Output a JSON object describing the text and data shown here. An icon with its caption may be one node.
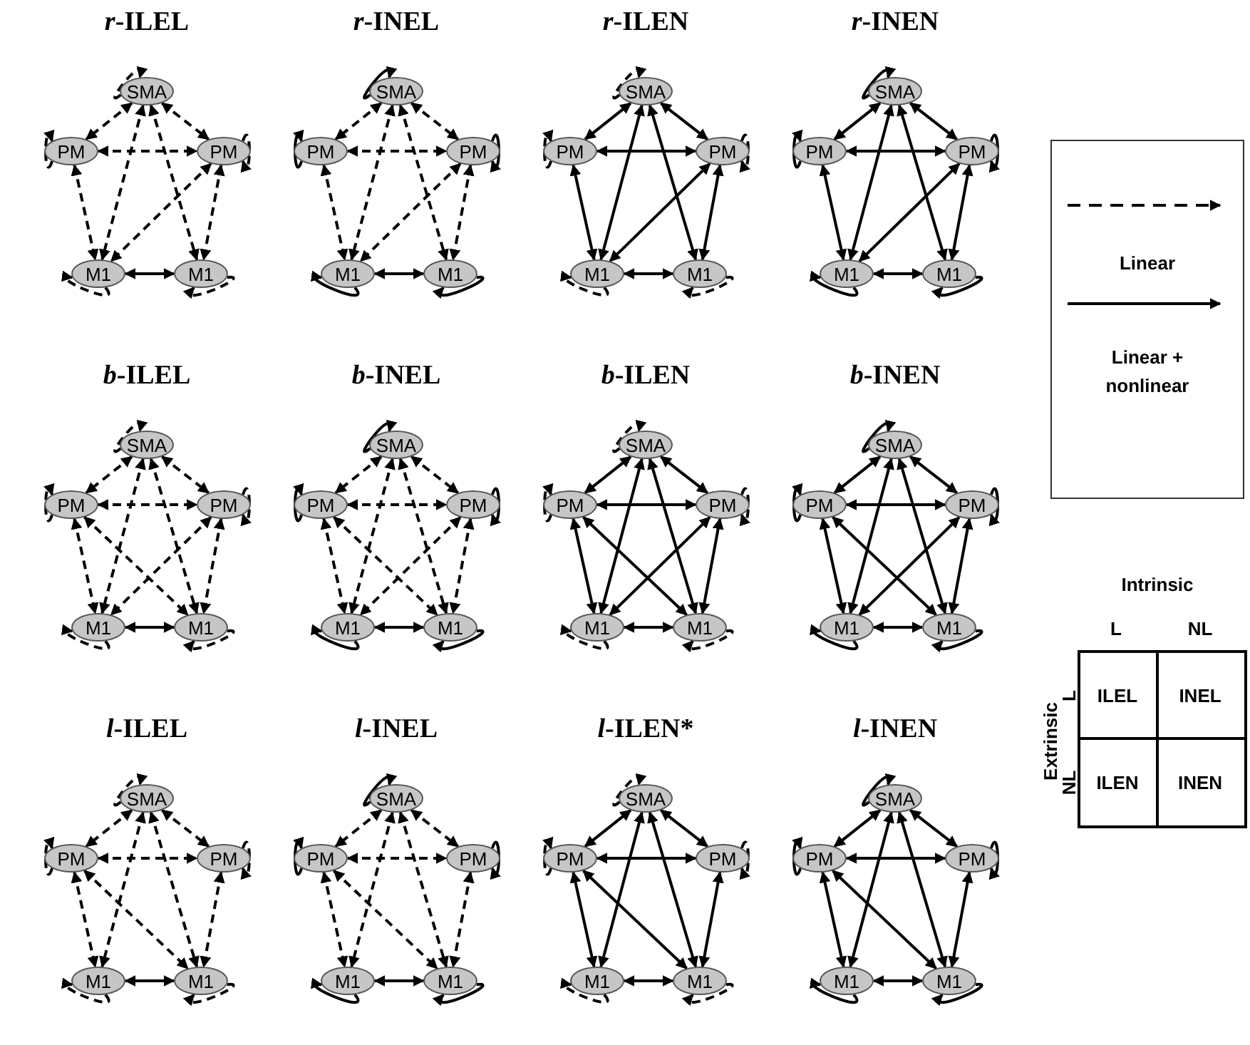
{
  "diagram": {
    "nodes": [
      {
        "text": [
          "SMA"
        ]
      },
      {
        "text": [
          "PM"
        ]
      },
      {
        "text": [
          "PM"
        ]
      },
      {
        "text": [
          "M1"
        ]
      },
      {
        "text": [
          "M1"
        ]
      },
      {
        "text": [
          "SMA"
        ]
      },
      {
        "text": [
          "PM"
        ]
      },
      {
        "text": [
          "PM"
        ]
      },
      {
        "text": [
          "M1"
        ]
      },
      {
        "text": [
          "M1"
        ]
      },
      {
        "text": [
          "SMA"
        ]
      },
      {
        "text": [
          "PM"
        ]
      },
      {
        "text": [
          "PM"
        ]
      },
      {
        "text": [
          "M1"
        ]
      },
      {
        "text": [
          "M1"
        ]
      },
      {
        "text": [
          "SMA"
        ]
      },
      {
        "text": [
          "PM"
        ]
      },
      {
        "text": [
          "PM"
        ]
      },
      {
        "text": [
          "M1"
        ]
      },
      {
        "text": [
          "M1"
        ]
      },
      {
        "text": [
          "SMA"
        ]
      },
      {
        "text": [
          "PM"
        ]
      },
      {
        "text": [
          "PM"
        ]
      },
      {
        "text": [
          "M1"
        ]
      },
      {
        "text": [
          "M1"
        ]
      },
      {
        "text": [
          "SMA"
        ]
      },
      {
        "text": [
          "PM"
        ]
      },
      {
        "text": [
          "PM"
        ]
      },
      {
        "text": [
          "M1"
        ]
      },
      {
        "text": [
          "M1"
        ]
      },
      {
        "text": [
          "SMA"
        ]
      },
      {
        "text": [
          "PM"
        ]
      },
      {
        "text": [
          "PM"
        ]
      },
      {
        "text": [
          "M1"
        ]
      },
      {
        "text": [
          "M1"
        ]
      },
      {
        "text": [
          "SMA"
        ]
      },
      {
        "text": [
          "PM"
        ]
      },
      {
        "text": [
          "PM"
        ]
      },
      {
        "text": [
          "M1"
        ]
      },
      {
        "text": [
          "M1"
        ]
      },
      {
        "text": [
          "SMA"
        ]
      },
      {
        "text": [
          "PM"
        ]
      },
      {
        "text": [
          "PM"
        ]
      },
      {
        "text": [
          "M1"
        ]
      },
      {
        "text": [
          "M1"
        ]
      },
      {
        "text": [
          "SMA"
        ]
      },
      {
        "text": [
          "PM"
        ]
      },
      {
        "text": [
          "PM"
        ]
      },
      {
        "text": [
          "M1"
        ]
      },
      {
        "text": [
          "M1"
        ]
      },
      {
        "text": [
          "SMA"
        ]
      },
      {
        "text": [
          "PM"
        ]
      },
      {
        "text": [
          "PM"
        ]
      },
      {
        "text": [
          "M1"
        ]
      },
      {
        "text": [
          "M1"
        ]
      },
      {
        "text": [
          "SMA"
        ]
      },
      {
        "text": [
          "PM"
        ]
      },
      {
        "text": [
          "PM"
        ]
      },
      {
        "text": [
          "M1"
        ]
      },
      {
        "text": [
          "M1"
        ]
      }
    ],
    "edges": [
      {
        "from": 0,
        "to": 0,
        "arrow": "to",
        "style": "dashed"
      },
      {
        "from": 1,
        "to": 1,
        "arrow": "to",
        "style": "dashed"
      },
      {
        "from": 2,
        "to": 2,
        "arrow": "to",
        "style": "dashed"
      },
      {
        "from": 3,
        "to": 3,
        "arrow": "to",
        "style": "dashed"
      },
      {
        "from": 4,
        "to": 4,
        "arrow": "to",
        "style": "dashed"
      },
      {
        "from": 0,
        "to": 1,
        "arrow": "both",
        "style": "dashed"
      },
      {
        "from": 0,
        "to": 2,
        "arrow": "both",
        "style": "dashed"
      },
      {
        "from": 1,
        "to": 2,
        "arrow": "both",
        "style": "dashed"
      },
      {
        "from": 0,
        "to": 3,
        "arrow": "both",
        "style": "dashed"
      },
      {
        "from": 0,
        "to": 4,
        "arrow": "both",
        "style": "dashed"
      },
      {
        "from": 1,
        "to": 3,
        "arrow": "both",
        "style": "dashed"
      },
      {
        "from": 2,
        "to": 4,
        "arrow": "both",
        "style": "dashed"
      },
      {
        "from": 2,
        "to": 3,
        "arrow": "both",
        "style": "dashed"
      },
      {
        "from": 3,
        "to": 4,
        "arrow": "both"
      },
      {
        "from": 5,
        "to": 5,
        "arrow": "to"
      },
      {
        "from": 6,
        "to": 6,
        "arrow": "to"
      },
      {
        "from": 7,
        "to": 7,
        "arrow": "to"
      },
      {
        "from": 8,
        "to": 8,
        "arrow": "to"
      },
      {
        "from": 9,
        "to": 9,
        "arrow": "to"
      },
      {
        "from": 5,
        "to": 6,
        "arrow": "both",
        "style": "dashed"
      },
      {
        "from": 5,
        "to": 7,
        "arrow": "both",
        "style": "dashed"
      },
      {
        "from": 6,
        "to": 7,
        "arrow": "both",
        "style": "dashed"
      },
      {
        "from": 5,
        "to": 8,
        "arrow": "both",
        "style": "dashed"
      },
      {
        "from": 5,
        "to": 9,
        "arrow": "both",
        "style": "dashed"
      },
      {
        "from": 6,
        "to": 8,
        "arrow": "both",
        "style": "dashed"
      },
      {
        "from": 7,
        "to": 9,
        "arrow": "both",
        "style": "dashed"
      },
      {
        "from": 7,
        "to": 8,
        "arrow": "both",
        "style": "dashed"
      },
      {
        "from": 8,
        "to": 9,
        "arrow": "both"
      },
      {
        "from": 10,
        "to": 10,
        "arrow": "to",
        "style": "dashed"
      },
      {
        "from": 11,
        "to": 11,
        "arrow": "to",
        "style": "dashed"
      },
      {
        "from": 12,
        "to": 12,
        "arrow": "to",
        "style": "dashed"
      },
      {
        "from": 13,
        "to": 13,
        "arrow": "to",
        "style": "dashed"
      },
      {
        "from": 14,
        "to": 14,
        "arrow": "to",
        "style": "dashed"
      },
      {
        "from": 10,
        "to": 11,
        "arrow": "both"
      },
      {
        "from": 10,
        "to": 12,
        "arrow": "both"
      },
      {
        "from": 11,
        "to": 12,
        "arrow": "both"
      },
      {
        "from": 10,
        "to": 13,
        "arrow": "both"
      },
      {
        "from": 10,
        "to": 14,
        "arrow": "both"
      },
      {
        "from": 11,
        "to": 13,
        "arrow": "both"
      },
      {
        "from": 12,
        "to": 14,
        "arrow": "both"
      },
      {
        "from": 12,
        "to": 13,
        "arrow": "both"
      },
      {
        "from": 13,
        "to": 14,
        "arrow": "both"
      },
      {
        "from": 15,
        "to": 15,
        "arrow": "to"
      },
      {
        "from": 16,
        "to": 16,
        "arrow": "to"
      },
      {
        "from": 17,
        "to": 17,
        "arrow": "to"
      },
      {
        "from": 18,
        "to": 18,
        "arrow": "to"
      },
      {
        "from": 19,
        "to": 19,
        "arrow": "to"
      },
      {
        "from": 15,
        "to": 16,
        "arrow": "both"
      },
      {
        "from": 15,
        "to": 17,
        "arrow": "both"
      },
      {
        "from": 16,
        "to": 17,
        "arrow": "both"
      },
      {
        "from": 15,
        "to": 18,
        "arrow": "both"
      },
      {
        "from": 15,
        "to": 19,
        "arrow": "both"
      },
      {
        "from": 16,
        "to": 18,
        "arrow": "both"
      },
      {
        "from": 17,
        "to": 19,
        "arrow": "both"
      },
      {
        "from": 17,
        "to": 18,
        "arrow": "both"
      },
      {
        "from": 18,
        "to": 19,
        "arrow": "both"
      },
      {
        "from": 20,
        "to": 20,
        "arrow": "to",
        "style": "dashed"
      },
      {
        "from": 21,
        "to": 21,
        "arrow": "to",
        "style": "dashed"
      },
      {
        "from": 22,
        "to": 22,
        "arrow": "to",
        "style": "dashed"
      },
      {
        "from": 23,
        "to": 23,
        "arrow": "to",
        "style": "dashed"
      },
      {
        "from": 24,
        "to": 24,
        "arrow": "to",
        "style": "dashed"
      },
      {
        "from": 20,
        "to": 21,
        "arrow": "both",
        "style": "dashed"
      },
      {
        "from": 20,
        "to": 22,
        "arrow": "both",
        "style": "dashed"
      },
      {
        "from": 21,
        "to": 22,
        "arrow": "both",
        "style": "dashed"
      },
      {
        "from": 20,
        "to": 23,
        "arrow": "both",
        "style": "dashed"
      },
      {
        "from": 20,
        "to": 24,
        "arrow": "both",
        "style": "dashed"
      },
      {
        "from": 21,
        "to": 23,
        "arrow": "both",
        "style": "dashed"
      },
      {
        "from": 22,
        "to": 24,
        "arrow": "both",
        "style": "dashed"
      },
      {
        "from": 22,
        "to": 23,
        "arrow": "both",
        "style": "dashed"
      },
      {
        "from": 21,
        "to": 24,
        "arrow": "both",
        "style": "dashed"
      },
      {
        "from": 23,
        "to": 24,
        "arrow": "both"
      },
      {
        "from": 25,
        "to": 25,
        "arrow": "to"
      },
      {
        "from": 26,
        "to": 26,
        "arrow": "to"
      },
      {
        "from": 27,
        "to": 27,
        "arrow": "to"
      },
      {
        "from": 28,
        "to": 28,
        "arrow": "to"
      },
      {
        "from": 29,
        "to": 29,
        "arrow": "to"
      },
      {
        "from": 25,
        "to": 26,
        "arrow": "both",
        "style": "dashed"
      },
      {
        "from": 25,
        "to": 27,
        "arrow": "both",
        "style": "dashed"
      },
      {
        "from": 26,
        "to": 27,
        "arrow": "both",
        "style": "dashed"
      },
      {
        "from": 25,
        "to": 28,
        "arrow": "both",
        "style": "dashed"
      },
      {
        "from": 25,
        "to": 29,
        "arrow": "both",
        "style": "dashed"
      },
      {
        "from": 26,
        "to": 28,
        "arrow": "both",
        "style": "dashed"
      },
      {
        "from": 27,
        "to": 29,
        "arrow": "both",
        "style": "dashed"
      },
      {
        "from": 27,
        "to": 28,
        "arrow": "both",
        "style": "dashed"
      },
      {
        "from": 26,
        "to": 29,
        "arrow": "both",
        "style": "dashed"
      },
      {
        "from": 28,
        "to": 29,
        "arrow": "both"
      },
      {
        "from": 30,
        "to": 30,
        "arrow": "to",
        "style": "dashed"
      },
      {
        "from": 31,
        "to": 31,
        "arrow": "to",
        "style": "dashed"
      },
      {
        "from": 32,
        "to": 32,
        "arrow": "to",
        "style": "dashed"
      },
      {
        "from": 33,
        "to": 33,
        "arrow": "to",
        "style": "dashed"
      },
      {
        "from": 34,
        "to": 34,
        "arrow": "to",
        "style": "dashed"
      },
      {
        "from": 30,
        "to": 31,
        "arrow": "both"
      },
      {
        "from": 30,
        "to": 32,
        "arrow": "both"
      },
      {
        "from": 31,
        "to": 32,
        "arrow": "both"
      },
      {
        "from": 30,
        "to": 33,
        "arrow": "both"
      },
      {
        "from": 30,
        "to": 34,
        "arrow": "both"
      },
      {
        "from": 31,
        "to": 33,
        "arrow": "both"
      },
      {
        "from": 32,
        "to": 34,
        "arrow": "both"
      },
      {
        "from": 32,
        "to": 33,
        "arrow": "both"
      },
      {
        "from": 31,
        "to": 34,
        "arrow": "both"
      },
      {
        "from": 33,
        "to": 34,
        "arrow": "both"
      },
      {
        "from": 35,
        "to": 35,
        "arrow": "to"
      },
      {
        "from": 36,
        "to": 36,
        "arrow": "to"
      },
      {
        "from": 37,
        "to": 37,
        "arrow": "to"
      },
      {
        "from": 38,
        "to": 38,
        "arrow": "to"
      },
      {
        "from": 39,
        "to": 39,
        "arrow": "to"
      },
      {
        "from": 35,
        "to": 36,
        "arrow": "both"
      },
      {
        "from": 35,
        "to": 37,
        "arrow": "both"
      },
      {
        "from": 36,
        "to": 37,
        "arrow": "both"
      },
      {
        "from": 35,
        "to": 38,
        "arrow": "both"
      },
      {
        "from": 35,
        "to": 39,
        "arrow": "both"
      },
      {
        "from": 36,
        "to": 38,
        "arrow": "both"
      },
      {
        "from": 37,
        "to": 39,
        "arrow": "both"
      },
      {
        "from": 37,
        "to": 38,
        "arrow": "both"
      },
      {
        "from": 36,
        "to": 39,
        "arrow": "both"
      },
      {
        "from": 38,
        "to": 39,
        "arrow": "both"
      },
      {
        "from": 40,
        "to": 40,
        "arrow": "to",
        "style": "dashed"
      },
      {
        "from": 41,
        "to": 41,
        "arrow": "to",
        "style": "dashed"
      },
      {
        "from": 42,
        "to": 42,
        "arrow": "to",
        "style": "dashed"
      },
      {
        "from": 43,
        "to": 43,
        "arrow": "to",
        "style": "dashed"
      },
      {
        "from": 44,
        "to": 44,
        "arrow": "to",
        "style": "dashed"
      },
      {
        "from": 40,
        "to": 41,
        "arrow": "both",
        "style": "dashed"
      },
      {
        "from": 40,
        "to": 42,
        "arrow": "both",
        "style": "dashed"
      },
      {
        "from": 41,
        "to": 42,
        "arrow": "both",
        "style": "dashed"
      },
      {
        "from": 40,
        "to": 43,
        "arrow": "both",
        "style": "dashed"
      },
      {
        "from": 40,
        "to": 44,
        "arrow": "both",
        "style": "dashed"
      },
      {
        "from": 41,
        "to": 43,
        "arrow": "both",
        "style": "dashed"
      },
      {
        "from": 42,
        "to": 44,
        "arrow": "both",
        "style": "dashed"
      },
      {
        "from": 41,
        "to": 44,
        "arrow": "both",
        "style": "dashed"
      },
      {
        "from": 43,
        "to": 44,
        "arrow": "both"
      },
      {
        "from": 45,
        "to": 45,
        "arrow": "to"
      },
      {
        "from": 46,
        "to": 46,
        "arrow": "to"
      },
      {
        "from": 47,
        "to": 47,
        "arrow": "to"
      },
      {
        "from": 48,
        "to": 48,
        "arrow": "to"
      },
      {
        "from": 49,
        "to": 49,
        "arrow": "to"
      },
      {
        "from": 45,
        "to": 46,
        "arrow": "both",
        "style": "dashed"
      },
      {
        "from": 45,
        "to": 47,
        "arrow": "both",
        "style": "dashed"
      },
      {
        "from": 46,
        "to": 47,
        "arrow": "both",
        "style": "dashed"
      },
      {
        "from": 45,
        "to": 48,
        "arrow": "both",
        "style": "dashed"
      },
      {
        "from": 45,
        "to": 49,
        "arrow": "both",
        "style": "dashed"
      },
      {
        "from": 46,
        "to": 48,
        "arrow": "both",
        "style": "dashed"
      },
      {
        "from": 47,
        "to": 49,
        "arrow": "both",
        "style": "dashed"
      },
      {
        "from": 46,
        "to": 49,
        "arrow": "both",
        "style": "dashed"
      },
      {
        "from": 48,
        "to": 49,
        "arrow": "both"
      },
      {
        "from": 50,
        "to": 50,
        "arrow": "to",
        "style": "dashed"
      },
      {
        "from": 51,
        "to": 51,
        "arrow": "to",
        "style": "dashed"
      },
      {
        "from": 52,
        "to": 52,
        "arrow": "to",
        "style": "dashed"
      },
      {
        "from": 53,
        "to": 53,
        "arrow": "to",
        "style": "dashed"
      },
      {
        "from": 54,
        "to": 54,
        "arrow": "to",
        "style": "dashed"
      },
      {
        "from": 50,
        "to": 51,
        "arrow": "both"
      },
      {
        "from": 50,
        "to": 52,
        "arrow": "both"
      },
      {
        "from": 51,
        "to": 52,
        "arrow": "both"
      },
      {
        "from": 50,
        "to": 53,
        "arrow": "both"
      },
      {
        "from": 50,
        "to": 54,
        "arrow": "both"
      },
      {
        "from": 51,
        "to": 53,
        "arrow": "both"
      },
      {
        "from": 52,
        "to": 54,
        "arrow": "both"
      },
      {
        "from": 51,
        "to": 54,
        "arrow": "both"
      },
      {
        "from": 53,
        "to": 54,
        "arrow": "both"
      },
      {
        "from": 55,
        "to": 55,
        "arrow": "to"
      },
      {
        "from": 56,
        "to": 56,
        "arrow": "to"
      },
      {
        "from": 57,
        "to": 57,
        "arrow": "to"
      },
      {
        "from": 58,
        "to": 58,
        "arrow": "to"
      },
      {
        "from": 59,
        "to": 59,
        "arrow": "to"
      },
      {
        "from": 55,
        "to": 56,
        "arrow": "both"
      },
      {
        "from": 55,
        "to": 57,
        "arrow": "both"
      },
      {
        "from": 56,
        "to": 57,
        "arrow": "both"
      },
      {
        "from": 55,
        "to": 58,
        "arrow": "both"
      },
      {
        "from": 55,
        "to": 59,
        "arrow": "both"
      },
      {
        "from": 56,
        "to": 58,
        "arrow": "both"
      },
      {
        "from": 57,
        "to": 59,
        "arrow": "both"
      },
      {
        "from": 56,
        "to": 59,
        "arrow": "both"
      },
      {
        "from": 58,
        "to": 59,
        "arrow": "both"
      }
    ],
    "labels": [
      "*r*-ILEL",
      "*r*-INEL",
      "*r*-ILEN",
      "*r*-INEN",
      "*b*-ILEL",
      "*b*-INEL",
      "*b*-ILEN",
      "*b*-INEN",
      "Intrinsic",
      "L",
      "NL",
      "Extrinsic",
      "L",
      "ILEL",
      "INEL",
      "NL",
      "ILEN",
      "INEN",
      "*l*-ILEL",
      "*l*-INEL",
      "*l*-ILEN*",
      "*l*-INEN"
    ],
    "legend": [
      {
        "text": "Linear"
      },
      {
        "text": "Linear + nonlinear"
      }
    ]
  }
}
